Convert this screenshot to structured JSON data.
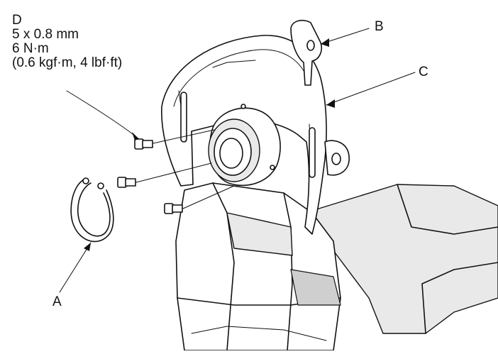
{
  "callouts": {
    "a": "A",
    "b": "B",
    "c": "C",
    "d": "D"
  },
  "spec": {
    "size": "5 x 0.8 mm",
    "torque_nm": "6 N·m",
    "torque_alt": "(0.6 kgf·m, 4 lbf·ft)"
  },
  "colors": {
    "line": "#111111",
    "shade": "#e9e9e9"
  }
}
